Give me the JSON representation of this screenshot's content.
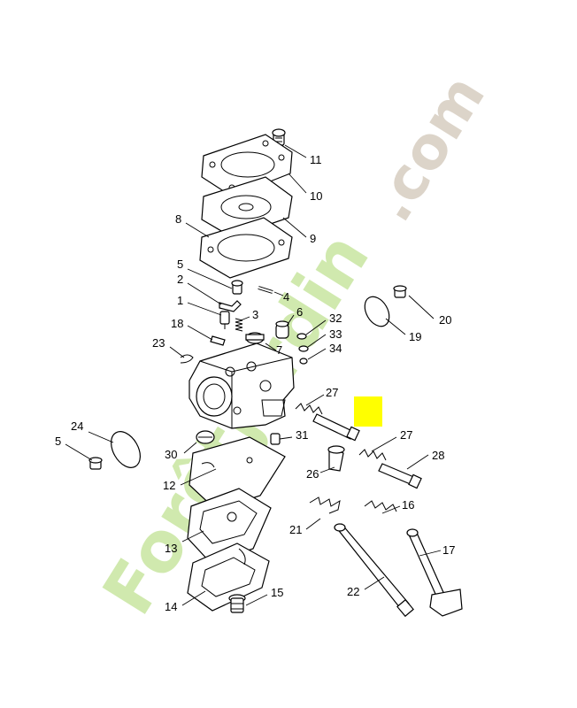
{
  "watermark": {
    "text_main": "Forêtjardin",
    "text_suffix": ".com",
    "color_green": "#c8e6a0",
    "color_orange": "#f5c88c",
    "color_suffix": "#d9d0c4"
  },
  "highlight_color": "#ffff00",
  "callouts": [
    {
      "id": "c11",
      "label": "11"
    },
    {
      "id": "c10",
      "label": "10"
    },
    {
      "id": "c9",
      "label": "9"
    },
    {
      "id": "c8",
      "label": "8"
    },
    {
      "id": "c5a",
      "label": "5"
    },
    {
      "id": "c4",
      "label": "4"
    },
    {
      "id": "c2",
      "label": "2"
    },
    {
      "id": "c1",
      "label": "1"
    },
    {
      "id": "c3",
      "label": "3"
    },
    {
      "id": "c18",
      "label": "18"
    },
    {
      "id": "c6",
      "label": "6"
    },
    {
      "id": "c32",
      "label": "32"
    },
    {
      "id": "c33",
      "label": "33"
    },
    {
      "id": "c34",
      "label": "34"
    },
    {
      "id": "c7",
      "label": "7"
    },
    {
      "id": "c23",
      "label": "23"
    },
    {
      "id": "c20",
      "label": "20"
    },
    {
      "id": "c19",
      "label": "19"
    },
    {
      "id": "c27a",
      "label": "27"
    },
    {
      "id": "c31",
      "label": "31"
    },
    {
      "id": "c24",
      "label": "24"
    },
    {
      "id": "c5b",
      "label": "5"
    },
    {
      "id": "c30",
      "label": "30"
    },
    {
      "id": "c27b",
      "label": "27"
    },
    {
      "id": "c28",
      "label": "28"
    },
    {
      "id": "c26",
      "label": "26"
    },
    {
      "id": "c12",
      "label": "12"
    },
    {
      "id": "c16",
      "label": "16"
    },
    {
      "id": "c21",
      "label": "21"
    },
    {
      "id": "c17",
      "label": "17"
    },
    {
      "id": "c13",
      "label": "13"
    },
    {
      "id": "c22",
      "label": "22"
    },
    {
      "id": "c15",
      "label": "15"
    },
    {
      "id": "c14",
      "label": "14"
    }
  ]
}
